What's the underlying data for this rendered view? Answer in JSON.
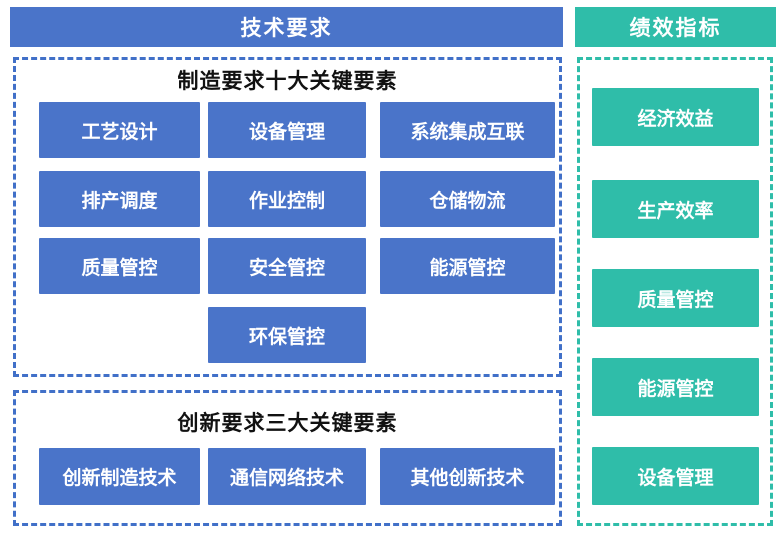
{
  "palette": {
    "blue": "#4A74C9",
    "blue_dash_border": "#4170C8",
    "teal": "#2FBDA9",
    "title_text": "#111111",
    "box_text": "#FFFFFF"
  },
  "left_column": {
    "header": "技术要求",
    "manufacturing_section": {
      "title": "制造要求十大关键要素",
      "items": [
        "工艺设计",
        "设备管理",
        "系统集成互联",
        "排产调度",
        "作业控制",
        "仓储物流",
        "质量管控",
        "安全管控",
        "能源管控",
        "环保管控"
      ]
    },
    "innovation_section": {
      "title": "创新要求三大关键要素",
      "items": [
        "创新制造技术",
        "通信网络技术",
        "其他创新技术"
      ]
    }
  },
  "right_column": {
    "header": "绩效指标",
    "items": [
      "经济效益",
      "生产效率",
      "质量管控",
      "能源管控",
      "设备管理"
    ]
  }
}
